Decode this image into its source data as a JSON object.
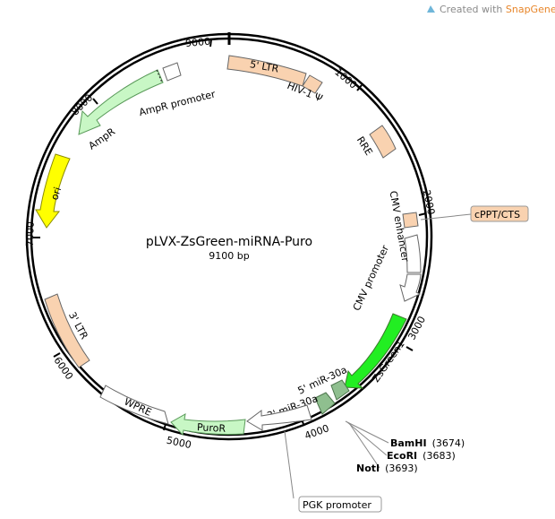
{
  "credit": {
    "prefix": "Created with ",
    "brand": "SnapGene",
    "reg": "®"
  },
  "plasmid": {
    "name": "pLVX-ZsGreen-miRNA-Puro",
    "size_label": "9100 bp"
  },
  "ticks": [
    {
      "label": "9000"
    },
    {
      "label": "1000"
    },
    {
      "label": "2000"
    },
    {
      "label": "3000"
    },
    {
      "label": "4000"
    },
    {
      "label": "5000"
    },
    {
      "label": "6000"
    },
    {
      "label": "7000"
    },
    {
      "label": "8000"
    }
  ],
  "features": [
    {
      "label": "5' LTR",
      "color": "#f9d2b0"
    },
    {
      "label": "HIV-1 Ψ",
      "color": "#f9d2b0"
    },
    {
      "label": "RRE",
      "color": "#f9d2b0"
    },
    {
      "label": "cPPT/CTS",
      "color": "#f9d2b0"
    },
    {
      "label": "CMV enhancer",
      "color": "#ffffff"
    },
    {
      "label": "CMV promoter",
      "color": "#ffffff"
    },
    {
      "label": "ZsGreen1",
      "color": "#22ee22"
    },
    {
      "label": "5' miR-30a",
      "color": "#8fbf8f"
    },
    {
      "label": "3' miR-30a",
      "color": "#8fbf8f"
    },
    {
      "label": "PGK promoter",
      "color": "#ffffff"
    },
    {
      "label": "PuroR",
      "color": "#c8f7c5"
    },
    {
      "label": "WPRE",
      "color": "#ffffff"
    },
    {
      "label": "3' LTR",
      "color": "#f9d2b0"
    },
    {
      "label": "ori",
      "color": "#ffff00"
    },
    {
      "label": "AmpR",
      "color": "#c8f7c5"
    },
    {
      "label": "AmpR promoter",
      "color": "#ffffff"
    }
  ],
  "sites": [
    {
      "name": "BamHI",
      "pos": "(3674)"
    },
    {
      "name": "EcoRI",
      "pos": "(3683)"
    },
    {
      "name": "NotI",
      "pos": "(3693)"
    }
  ]
}
